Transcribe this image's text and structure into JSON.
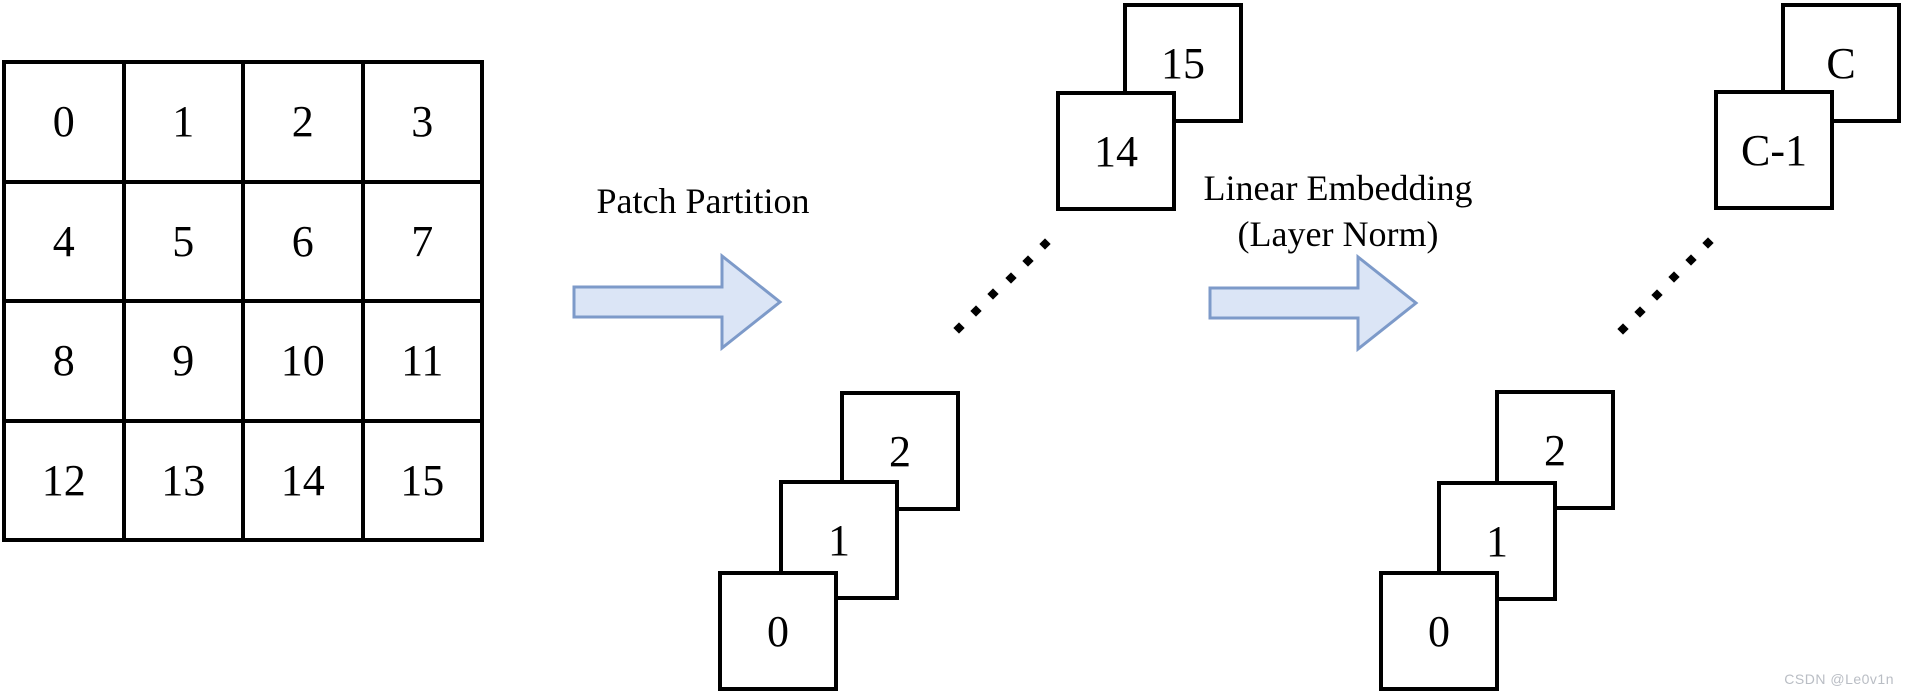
{
  "diagram": {
    "grid": {
      "rows": 4,
      "cols": 4,
      "cells": [
        "0",
        "1",
        "2",
        "3",
        "4",
        "5",
        "6",
        "7",
        "8",
        "9",
        "10",
        "11",
        "12",
        "13",
        "14",
        "15"
      ]
    },
    "labels": {
      "patch_partition": "Patch Partition",
      "linear_embedding_line1": "Linear Embedding",
      "linear_embedding_line2": "(Layer Norm)"
    },
    "patch_stack": {
      "front": [
        "0",
        "1",
        "2"
      ],
      "back": [
        "14",
        "15"
      ]
    },
    "embed_stack": {
      "front": [
        "0",
        "1",
        "2"
      ],
      "back": [
        "C-1",
        "C"
      ]
    },
    "colors": {
      "arrow_fill": "#dbe5f6",
      "arrow_stroke": "#7d9ac9",
      "line": "#000000",
      "watermark": "#b9bdc4"
    },
    "watermark": "CSDN @Le0v1n"
  }
}
